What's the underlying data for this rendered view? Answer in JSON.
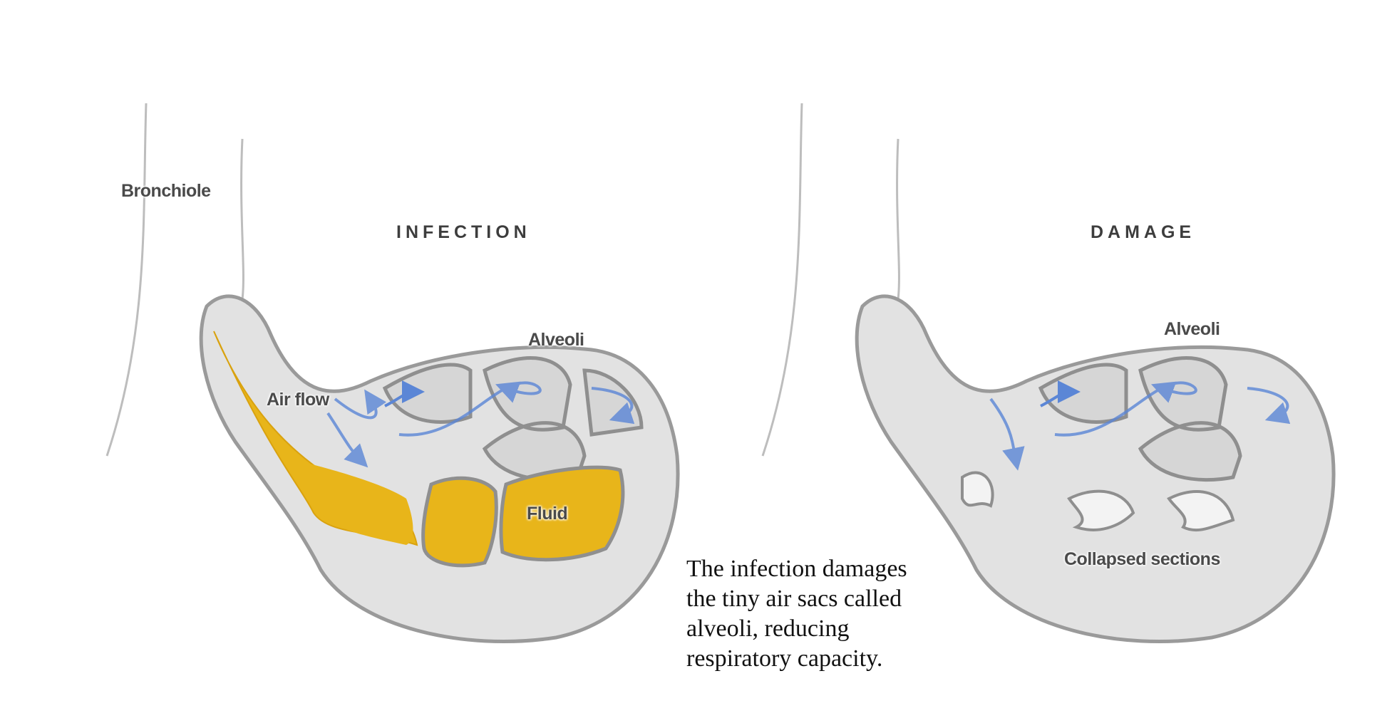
{
  "panels": [
    {
      "heading": "INFECTION",
      "labels": {
        "bronchiole": "Bronchiole",
        "air_flow": "Air flow",
        "alveoli": "Alveoli",
        "fluid": "Fluid"
      }
    },
    {
      "heading": "DAMAGE",
      "labels": {
        "alveoli": "Alveoli",
        "collapsed": "Collapsed sections"
      }
    }
  ],
  "caption_lines": [
    "The infection damages",
    "the tiny air sacs called",
    "alveoli, reducing",
    "respiratory capacity."
  ],
  "colors": {
    "fluid": "#e8b51a",
    "tissue": "#e2e2e2",
    "outline": "#9a9a9a",
    "airflow": "#5b86d6"
  }
}
